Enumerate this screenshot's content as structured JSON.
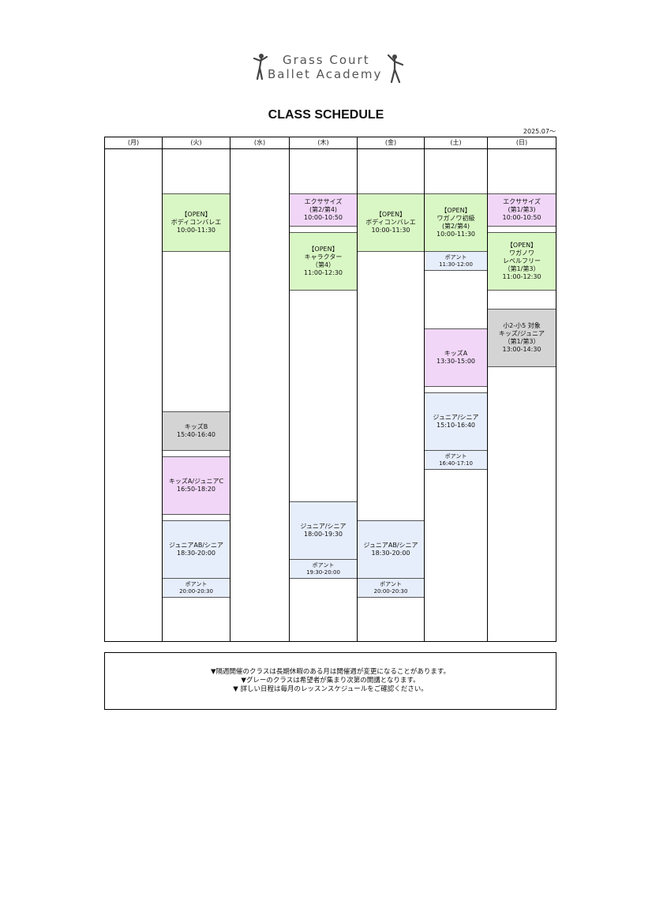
{
  "logo": {
    "line1": "Grass Court",
    "line2": "Ballet Academy"
  },
  "title": "CLASS SCHEDULE",
  "effective": "2025.07〜",
  "days": [
    "(月)",
    "(火)",
    "(水)",
    "(木)",
    "(金)",
    "(土)",
    "(日)"
  ],
  "classes": {
    "tue": [
      {
        "text": "【OPEN】\nボディコンバレエ\n10:00-11:30",
        "color": "green"
      },
      {
        "text": "キッズB\n15:40-16:40",
        "color": "gray"
      },
      {
        "text": "キッズA/ジュニアC\n16:50-18:20",
        "color": "purple"
      },
      {
        "text": "ジュニアAB/シニア\n18:30-20:00",
        "color": "blue"
      },
      {
        "text": "ポアント\n20:00-20:30",
        "color": "blue"
      }
    ],
    "thu": [
      {
        "text": "エクササイズ\n(第2/第4)\n10:00-10:50",
        "color": "purple"
      },
      {
        "text": "【OPEN】\nキャラクター\n（第4）\n11:00-12:30",
        "color": "green"
      },
      {
        "text": "ジュニア/シニア\n18:00-19:30",
        "color": "blue"
      },
      {
        "text": "ポアント\n19:30-20:00",
        "color": "blue"
      }
    ],
    "fri": [
      {
        "text": "【OPEN】\nボディコンバレエ\n10:00-11:30",
        "color": "green"
      },
      {
        "text": "ジュニアAB/シニア\n18:30-20:00",
        "color": "blue"
      },
      {
        "text": "ポアント\n20:00-20:30",
        "color": "blue"
      }
    ],
    "sat": [
      {
        "text": "【OPEN】\nワガノワ初級\n(第2/第4)\n10:00-11:30",
        "color": "green"
      },
      {
        "text": "ポアント\n11:30-12:00",
        "color": "blue"
      },
      {
        "text": "キッズA\n13:30-15:00",
        "color": "purple"
      },
      {
        "text": "ジュニア/シニア\n15:10-16:40",
        "color": "blue"
      },
      {
        "text": "ポアント\n16:40-17:10",
        "color": "blue"
      }
    ],
    "sun": [
      {
        "text": "エクササイズ\n(第1/第3)\n10:00-10:50",
        "color": "purple"
      },
      {
        "text": "【OPEN】\nワガノワ\nレベルフリー\n（第1/第3）\n11:00-12:30",
        "color": "green"
      },
      {
        "text": "小2-小5 対象\nキッズ/ジュニア\n（第1/第3）\n13:00-14:30",
        "color": "gray"
      }
    ]
  },
  "notes": [
    "▼隔週開催のクラスは長期休暇のある月は開催週が変更になることがあります。",
    "▼グレーのクラスは希望者が集まり次第の開講となります。",
    "▼ 詳しい日程は毎月のレッスンスケジュールをご確認ください。"
  ]
}
